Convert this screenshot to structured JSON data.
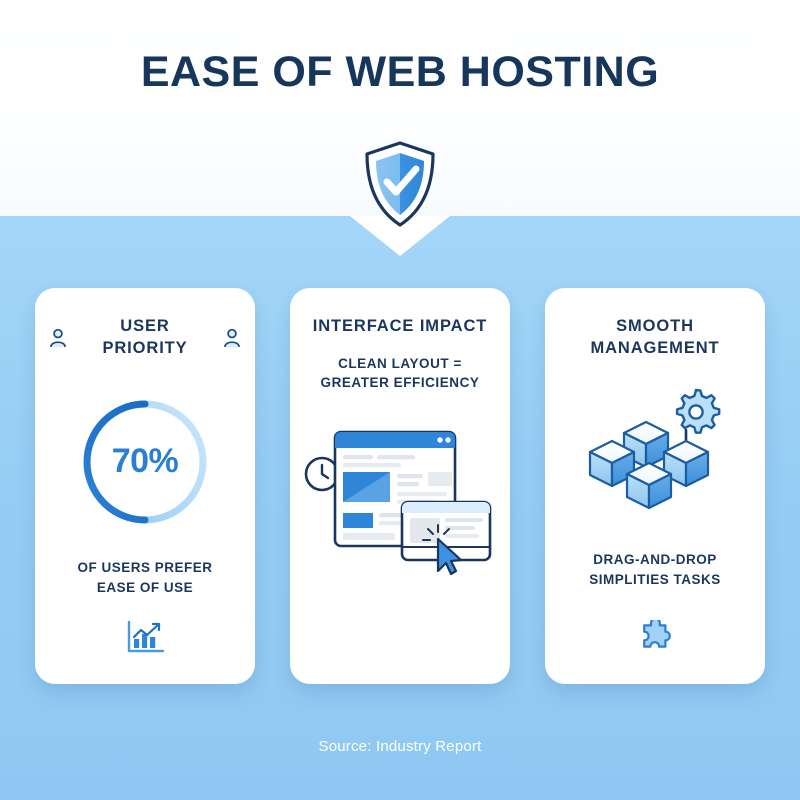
{
  "header": {
    "title": "EASE OF WEB HOSTING",
    "badge_icon": "shield-check-icon"
  },
  "cards": [
    {
      "id": "user-priority",
      "heading": "USER PRIORITY",
      "left_icon": "user-icon",
      "right_icon": "user-icon",
      "stat_value": "70%",
      "stat_percent": 70,
      "caption_line1": "OF USERS PREFER",
      "caption_line2": "EASE OF USE",
      "footer_icon": "bar-chart-trend-icon"
    },
    {
      "id": "interface-impact",
      "heading": "INTERFACE IMPACT",
      "sub_line1": "CLEAN LAYOUT =",
      "sub_line2": "GREATER EFFICIENCY",
      "art_icon": "browser-window-cursor-icon",
      "art_detail_icons": [
        "clock-icon",
        "cursor-arrow-icon"
      ]
    },
    {
      "id": "smooth-management",
      "heading_line1": "SMOOTH",
      "heading_line2": "MANAGEMENT",
      "art_icon": "isometric-blocks-gear-icon",
      "caption_line1": "DRAG-AND-DROP",
      "caption_line2": "SIMPLITIES TASKS",
      "footer_icon": "puzzle-piece-icon"
    }
  ],
  "footer": {
    "source": "Source: Industry Report"
  },
  "colors": {
    "navy": "#1b365d",
    "accent_blue": "#2a7fd4",
    "light_blue_bg": "#96cdf4",
    "card_white": "#ffffff",
    "donut_dark": "#1f6fc4",
    "donut_light": "#b6ddf8"
  }
}
